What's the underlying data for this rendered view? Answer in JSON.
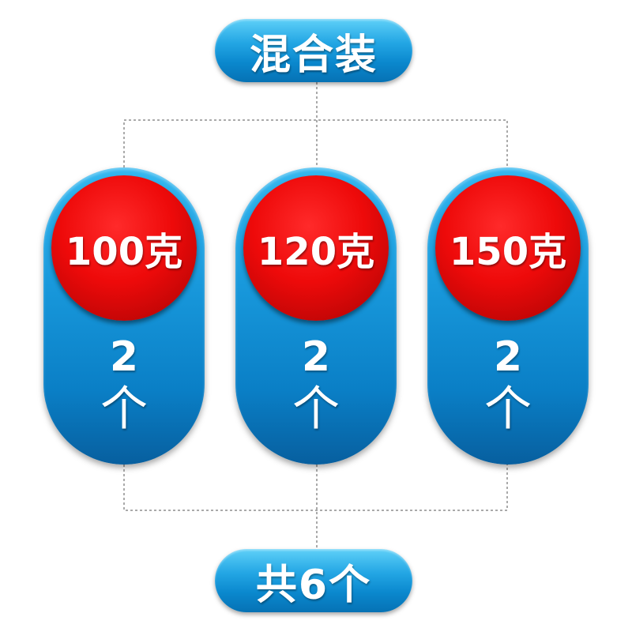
{
  "header": {
    "label": "混合装"
  },
  "packages": [
    {
      "weight": "100克",
      "count": "2",
      "unit": "个"
    },
    {
      "weight": "120克",
      "count": "2",
      "unit": "个"
    },
    {
      "weight": "150克",
      "count": "2",
      "unit": "个"
    }
  ],
  "footer": {
    "label": "共6个"
  },
  "colors": {
    "pill_blue": "#1898db",
    "circle_red": "#ee0a0a",
    "connector": "#555555"
  }
}
